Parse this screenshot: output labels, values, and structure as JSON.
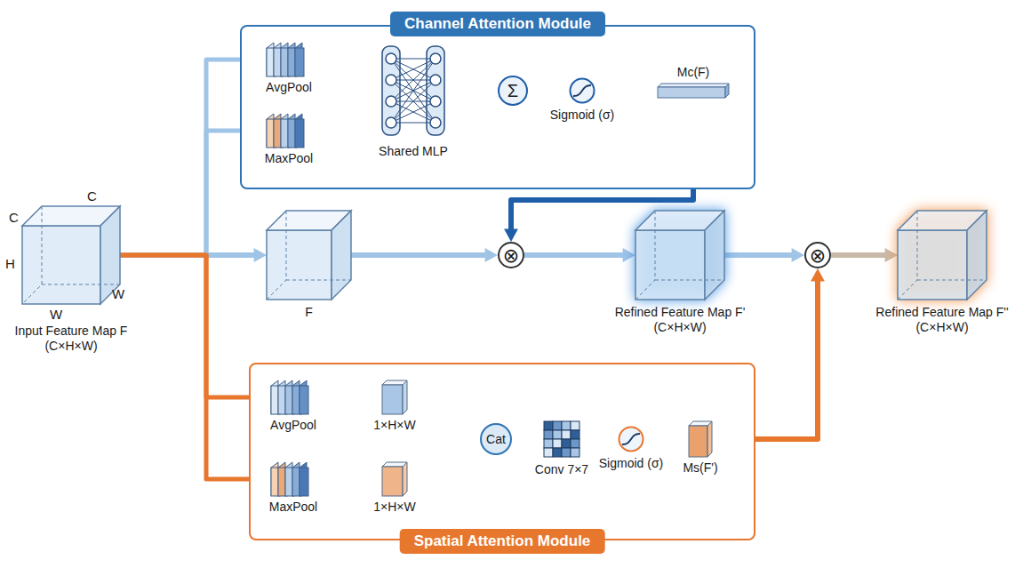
{
  "diagram": {
    "nodes": [
      {
        "text": [
          "Channel Attention Module"
        ]
      },
      {
        "text": [
          "AvgPool"
        ],
        "in": 0
      },
      {
        "text": [
          "MaxPool"
        ],
        "in": 0
      },
      {
        "text": [
          "Shared MLP"
        ],
        "in": 0
      },
      {
        "text": [
          "Σ"
        ],
        "in": 0
      },
      {
        "text": [
          "Sigmoid (σ)"
        ],
        "in": 0
      },
      {
        "text": [
          "Mc(F)"
        ],
        "in": 0
      },
      {
        "text": [
          "Input Feature Map F (C×H×W)"
        ]
      },
      {
        "text": [
          "F"
        ]
      },
      {
        "text": [
          "⊗"
        ]
      },
      {
        "text": [
          "Refined Feature Map F' (C×H×W)"
        ]
      },
      {
        "text": [
          "⊗"
        ]
      },
      {
        "text": [
          "Refined Feature Map F'' (C×H×W)"
        ]
      },
      {
        "text": [
          "Spatial Attention Module"
        ]
      },
      {
        "text": [
          "AvgPool"
        ],
        "in": 13
      },
      {
        "text": [
          "MaxPool"
        ],
        "in": 13
      },
      {
        "text": [
          "1×H×W"
        ],
        "in": 13
      },
      {
        "text": [
          "1×H×W"
        ],
        "in": 13
      },
      {
        "text": [
          "Cat"
        ],
        "in": 13
      },
      {
        "text": [
          "Conv 7×7"
        ],
        "in": 13
      },
      {
        "text": [
          "Sigmoid (σ)"
        ],
        "in": 13
      },
      {
        "text": [
          "Ms(F')"
        ],
        "in": 13
      }
    ],
    "edges": [
      {
        "from": 7,
        "to": 1,
        "arrow": "to"
      },
      {
        "from": 7,
        "to": 2,
        "arrow": "to"
      },
      {
        "from": 7,
        "to": 8,
        "arrow": "to"
      },
      {
        "from": 7,
        "to": 14,
        "arrow": "to"
      },
      {
        "from": 7,
        "to": 15,
        "arrow": "to"
      },
      {
        "from": 1,
        "to": 3,
        "arrow": "to"
      },
      {
        "from": 2,
        "to": 3,
        "arrow": "to"
      },
      {
        "from": 3,
        "to": 4,
        "arrow": "to"
      },
      {
        "from": 4,
        "to": 5,
        "arrow": "to"
      },
      {
        "from": 5,
        "to": 6,
        "arrow": "to"
      },
      {
        "from": 6,
        "to": 9,
        "arrow": "to"
      },
      {
        "from": 8,
        "to": 9,
        "arrow": "to"
      },
      {
        "from": 9,
        "to": 10,
        "arrow": "to"
      },
      {
        "from": 10,
        "to": 11,
        "arrow": "to"
      },
      {
        "from": 11,
        "to": 12,
        "arrow": "to"
      },
      {
        "from": 14,
        "to": 16,
        "arrow": "to"
      },
      {
        "from": 15,
        "to": 17,
        "arrow": "to"
      },
      {
        "from": 16,
        "to": 18,
        "arrow": "to"
      },
      {
        "from": 17,
        "to": 18,
        "arrow": "to"
      },
      {
        "from": 18,
        "to": 19,
        "arrow": "to"
      },
      {
        "from": 19,
        "to": 20,
        "arrow": "to"
      },
      {
        "from": 20,
        "to": 21,
        "arrow": "to"
      },
      {
        "from": 21,
        "to": 11,
        "arrow": "to"
      }
    ],
    "labels": [
      "C",
      "C",
      "H",
      "W",
      "W"
    ]
  }
}
